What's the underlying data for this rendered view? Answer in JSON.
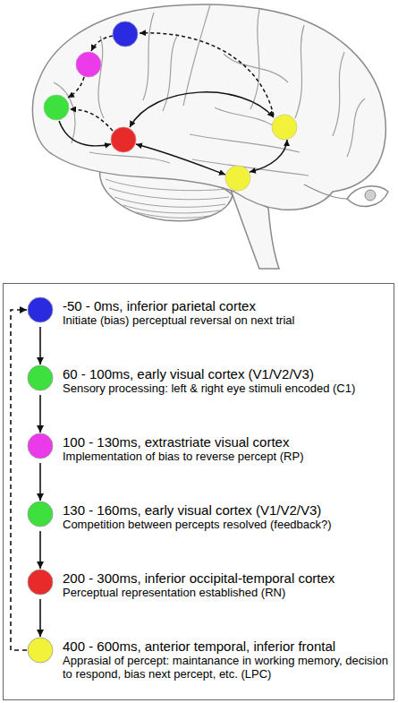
{
  "diagram": {
    "nodes": [
      {
        "text": [
          "-50 - 0ms, inferior parietal cortex",
          "Initiate (bias) perceptual reversal on next trial"
        ]
      },
      {
        "text": [
          "60 - 100ms, early visual cortex (V1/V2/V3)",
          "Sensory processing: left & right eye stimuli encoded (C1)"
        ]
      },
      {
        "text": [
          "100 - 130ms, extrastriate visual cortex",
          "Implementation of bias to reverse percept (RP)"
        ]
      },
      {
        "text": [
          "130 - 160ms, early visual cortex (V1/V2/V3)",
          "Competition between percepts resolved (feedback?)"
        ]
      },
      {
        "text": [
          "200 - 300ms, inferior occipital-temporal cortex",
          "Perceptual representation established (RN)"
        ]
      },
      {
        "text": [
          "400 - 600ms, anterior temporal, inferior frontal",
          "Apprasial of percept: maintanance in working memory, decision to respond, bias next percept, etc. (LPC)"
        ]
      }
    ],
    "edges": [
      {
        "from": 0,
        "to": 1,
        "arrow": "to"
      },
      {
        "from": 1,
        "to": 2,
        "arrow": "to"
      },
      {
        "from": 2,
        "to": 3,
        "arrow": "to"
      },
      {
        "from": 3,
        "to": 4,
        "arrow": "to"
      },
      {
        "from": 4,
        "to": 5,
        "arrow": "to"
      },
      {
        "from": 5,
        "to": 0,
        "arrow": "to"
      }
    ]
  }
}
